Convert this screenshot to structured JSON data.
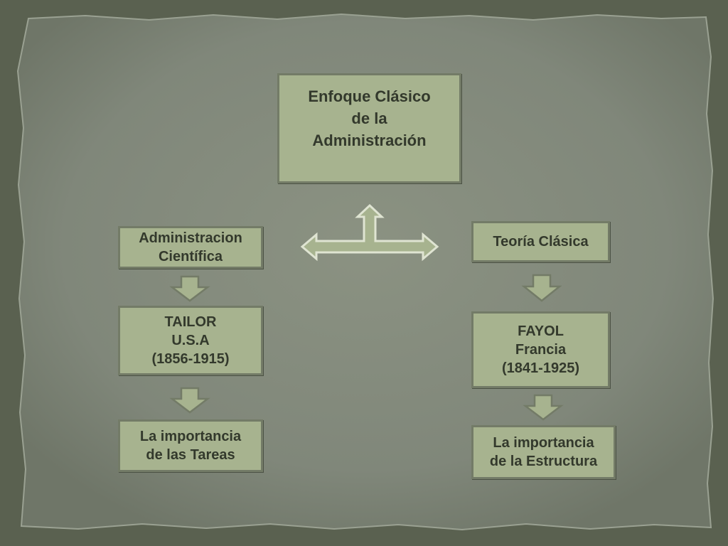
{
  "colors": {
    "page_background": "#5a6150",
    "paper": "#838a7b",
    "box_fill": "#a7b38f",
    "box_border": "#737b67",
    "text": "#33392c"
  },
  "title_box": {
    "lines": [
      "Enfoque Clásico",
      "de la",
      "Administración"
    ]
  },
  "left_branch": {
    "header": [
      "Administracion",
      "Científica"
    ],
    "author": [
      "TAILOR",
      "U.S.A",
      "(1856-1915)"
    ],
    "focus": [
      "La importancia",
      "de las Tareas"
    ]
  },
  "right_branch": {
    "header": [
      "Teoría Clásica"
    ],
    "author": [
      "FAYOL",
      "Francia",
      "(1841-1925)"
    ],
    "focus": [
      "La importancia",
      "de la Estructura"
    ]
  },
  "icons": {
    "connector": "three-way-arrow-icon",
    "down": "down-arrow-icon"
  }
}
